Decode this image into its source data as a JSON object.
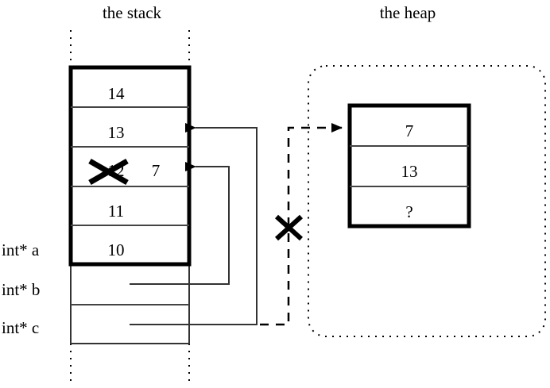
{
  "titles": {
    "stack": "the stack",
    "heap": "the heap"
  },
  "stack": {
    "value_cells": [
      {
        "value": "14",
        "struck": false
      },
      {
        "value": "13",
        "struck": false
      },
      {
        "value": "12",
        "struck": true,
        "replacement": "7"
      },
      {
        "value": "11",
        "struck": false
      },
      {
        "value": "10",
        "struck": false
      }
    ],
    "pointer_rows": [
      {
        "label": "int* a",
        "target": "stack-cell-10"
      },
      {
        "label": "int* b",
        "target": "stack-cell-13"
      },
      {
        "label": "int* c",
        "target": "heap-block"
      }
    ]
  },
  "heap": {
    "cells": [
      {
        "value": "7"
      },
      {
        "value": "13"
      },
      {
        "value": "?"
      }
    ]
  },
  "annotations": {
    "invalidated_pointer_mark": "X",
    "overwritten_value_mark": "X"
  },
  "icons": {
    "arrowhead": "arrowhead-icon",
    "cross": "cross-icon"
  },
  "colors": {
    "ink": "#000000",
    "rule": "#333333",
    "background": "#ffffff"
  }
}
